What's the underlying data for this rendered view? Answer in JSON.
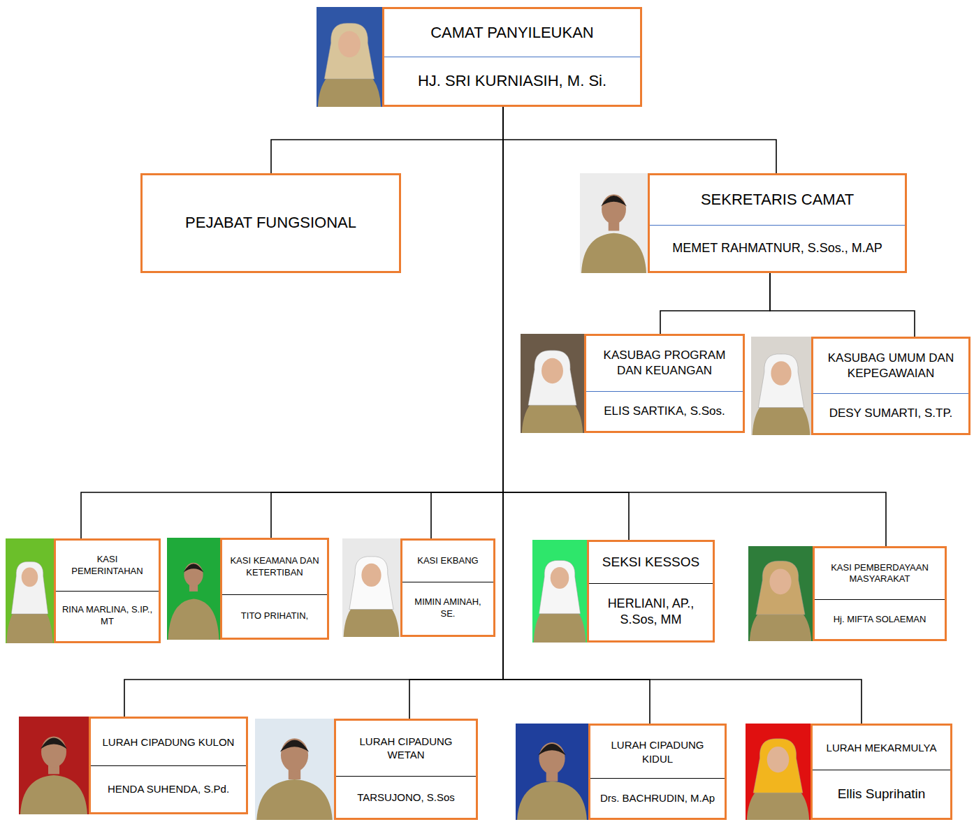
{
  "diagram": {
    "nodes": [
      {
        "text": [
          "CAMAT PANYILEUKAN",
          "HJ. SRI KURNIASIH, M. Si."
        ]
      },
      {
        "text": [
          "PEJABAT FUNGSIONAL"
        ]
      },
      {
        "text": [
          "SEKRETARIS CAMAT",
          "MEMET RAHMATNUR, S.Sos., M.AP"
        ]
      },
      {
        "text": [
          "KASUBAG PROGRAM DAN KEUANGAN",
          "ELIS SARTIKA, S.Sos."
        ]
      },
      {
        "text": [
          "KASUBAG UMUM DAN KEPEGAWAIAN",
          "DESY SUMARTI, S.TP."
        ]
      },
      {
        "text": [
          "KASI PEMERINTAHAN",
          "RINA MARLINA, S.IP., MT"
        ]
      },
      {
        "text": [
          "KASI KEAMANA DAN KETERTIBAN",
          "TITO PRIHATIN,"
        ]
      },
      {
        "text": [
          "KASI EKBANG",
          "MIMIN AMINAH, SE."
        ]
      },
      {
        "text": [
          "SEKSI KESSOS",
          "HERLIANI, AP., S.Sos, MM"
        ]
      },
      {
        "text": [
          "KASI PEMBERDAYAAN MASYARAKAT",
          "Hj. MIFTA SOLAEMAN"
        ]
      },
      {
        "text": [
          "LURAH CIPADUNG KULON",
          "HENDA SUHENDA, S.Pd."
        ]
      },
      {
        "text": [
          "LURAH CIPADUNG WETAN",
          "TARSUJONO, S.Sos"
        ]
      },
      {
        "text": [
          "LURAH CIPADUNG KIDUL",
          "Drs. BACHRUDIN, M.Ap"
        ]
      },
      {
        "text": [
          "LURAH MEKARMULYA",
          "Ellis Suprihatin"
        ]
      }
    ],
    "edges": [
      {
        "from": 0,
        "to": 1,
        "arrow": "none"
      },
      {
        "from": 0,
        "to": 2,
        "arrow": "none"
      },
      {
        "from": 2,
        "to": 3,
        "arrow": "none"
      },
      {
        "from": 2,
        "to": 4,
        "arrow": "none"
      },
      {
        "from": 0,
        "to": 5,
        "arrow": "none"
      },
      {
        "from": 0,
        "to": 6,
        "arrow": "none"
      },
      {
        "from": 0,
        "to": 7,
        "arrow": "none"
      },
      {
        "from": 0,
        "to": 8,
        "arrow": "none"
      },
      {
        "from": 0,
        "to": 9,
        "arrow": "none"
      },
      {
        "from": 0,
        "to": 10,
        "arrow": "none"
      },
      {
        "from": 0,
        "to": 11,
        "arrow": "none"
      },
      {
        "from": 0,
        "to": 12,
        "arrow": "none"
      },
      {
        "from": 0,
        "to": 13,
        "arrow": "none"
      }
    ]
  }
}
